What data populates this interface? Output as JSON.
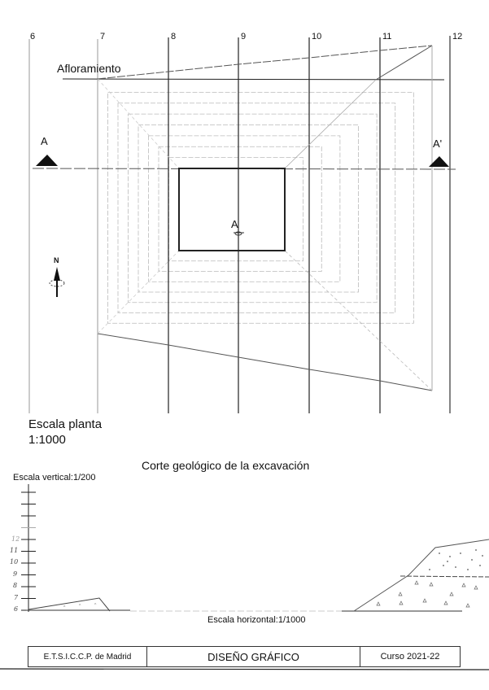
{
  "plan": {
    "grid_labels": [
      "6",
      "7",
      "8",
      "9",
      "10",
      "11",
      "12"
    ],
    "outcrop_label": "Afloramiento",
    "section_start_label": "A",
    "section_end_label": "A'",
    "center_point_label": "A",
    "north_label": "N",
    "scale_title": "Escala planta",
    "scale_value": "1:1000"
  },
  "section": {
    "title": "Corte geológico de la excavación",
    "vertical_scale": "Escala vertical:1/200",
    "horizontal_scale": "Escala horizontal:1/1000",
    "elevation_ticks": [
      "6",
      "7",
      "8",
      "9",
      "10",
      "11",
      "12"
    ]
  },
  "title_block": {
    "school": "E.T.S.I.C.C.P. de Madrid",
    "subject": "DISEÑO GRÁFICO",
    "course": "Curso 2021-22"
  }
}
